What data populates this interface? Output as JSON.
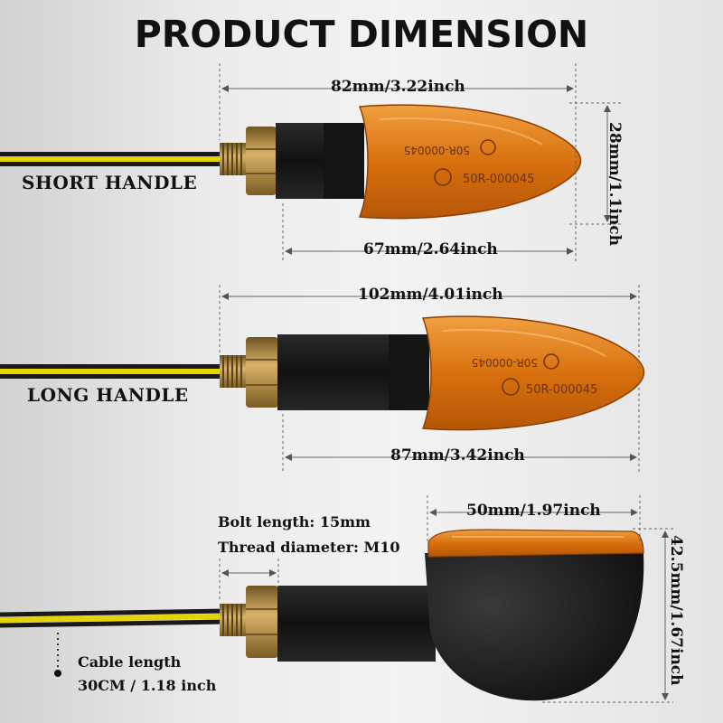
{
  "title": "PRODUCT DIMENSION",
  "short_handle": {
    "label": "SHORT HANDLE",
    "total_length": "82mm/3.22inch",
    "lens_length": "67mm/2.64inch",
    "height": "28mm/1.1inch",
    "lens_marking_top": "50R-000045",
    "lens_marking_bottom": "50R-000045"
  },
  "long_handle": {
    "label": "LONG HANDLE",
    "total_length": "102mm/4.01inch",
    "lens_length": "87mm/3.42inch",
    "lens_marking_top": "50R-000045",
    "lens_marking_bottom": "50R-000045"
  },
  "side_view": {
    "width": "50mm/1.97inch",
    "height": "42.5mm/1.67inch",
    "bolt_length": "Bolt length: 15mm",
    "thread_diameter": "Thread diameter: M10",
    "cable_length_label": "Cable length",
    "cable_length_value": "30CM / 1.18 inch"
  },
  "colors": {
    "amber": "#d9700e",
    "wire_yellow": "#e6d400",
    "body_black": "#151515",
    "brass": "#b58a3a"
  }
}
